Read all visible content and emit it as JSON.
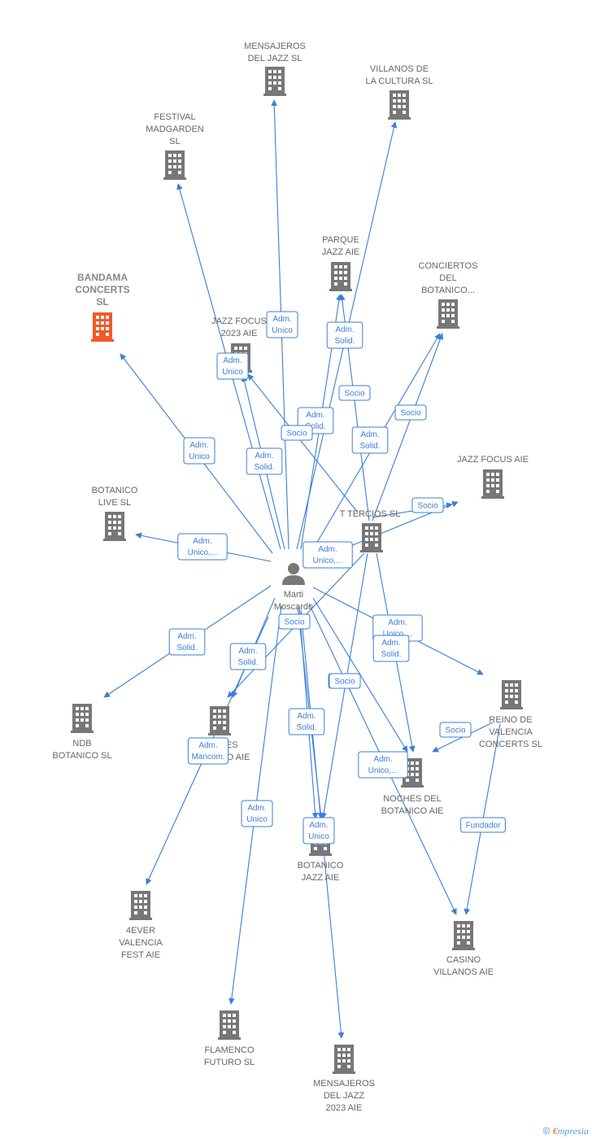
{
  "colors": {
    "edge": "#3a7fd5",
    "node": "#777777",
    "highlight": "#f05a28",
    "person": "#777777"
  },
  "center": {
    "id": "marti",
    "label": [
      "Marti",
      "Moscardo"
    ],
    "icon": "person-icon"
  },
  "companies": [
    {
      "id": "mensajeros_sl",
      "label": [
        "MENSAJEROS",
        "DEL JAZZ SL"
      ]
    },
    {
      "id": "villanos_cultura",
      "label": [
        "VILLANOS DE",
        "LA CULTURA  SL"
      ]
    },
    {
      "id": "festival_madgarden",
      "label": [
        "FESTIVAL",
        "MADGARDEN",
        "SL"
      ]
    },
    {
      "id": "bandama",
      "label": [
        "BANDAMA",
        "CONCERTS",
        "SL"
      ],
      "highlight": true
    },
    {
      "id": "parque_jazz",
      "label": [
        "PARQUE",
        "JAZZ AIE"
      ]
    },
    {
      "id": "conciertos_botanico",
      "label": [
        "CONCIERTOS",
        "DEL",
        "BOTANICO..."
      ]
    },
    {
      "id": "jazz_focus_2023",
      "label": [
        "JAZZ FOCUS",
        "2023 AIE"
      ]
    },
    {
      "id": "jazz_focus_aie",
      "label": [
        "JAZZ FOCUS AIE"
      ]
    },
    {
      "id": "botanico_live",
      "label": [
        "BOTANICO",
        "LIVE  SL"
      ]
    },
    {
      "id": "tercios",
      "label": [
        "T TERCIOS SL"
      ]
    },
    {
      "id": "ndb_botanico",
      "label": [
        "NDB",
        "BOTANICO  SL"
      ]
    },
    {
      "id": "noches_botanico_sl",
      "label": [
        "NOCHES",
        "BOTANICO AIE"
      ]
    },
    {
      "id": "reino_valencia",
      "label": [
        "REINO DE",
        "VALENCIA",
        "CONCERTS  SL"
      ]
    },
    {
      "id": "noches_del_botanico",
      "label": [
        "NOCHES DEL",
        "BOTANICO AIE"
      ]
    },
    {
      "id": "botanico_jazz",
      "label": [
        "BOTANICO",
        "JAZZ AIE"
      ]
    },
    {
      "id": "fourever",
      "label": [
        "4EVER",
        "VALENCIA",
        "FEST  AIE"
      ]
    },
    {
      "id": "casino_villanos",
      "label": [
        "CASINO",
        "VILLANOS  AIE"
      ]
    },
    {
      "id": "flamenco_futuro",
      "label": [
        "FLAMENCO",
        "FUTURO SL"
      ]
    },
    {
      "id": "mensajeros_2023",
      "label": [
        "MENSAJEROS",
        "DEL JAZZ",
        "2023  AIE"
      ]
    }
  ],
  "edges": [
    {
      "from": "marti",
      "to": "mensajeros_sl",
      "label": [
        "Adm.",
        "Unico"
      ]
    },
    {
      "from": "marti",
      "to": "villanos_cultura",
      "label": [
        "Adm.",
        "Solid."
      ]
    },
    {
      "from": "marti",
      "to": "festival_madgarden",
      "label": [
        "Adm.",
        "Solid."
      ]
    },
    {
      "from": "marti",
      "to": "bandama",
      "label": [
        "Adm.",
        "Unico"
      ]
    },
    {
      "from": "marti",
      "to": "parque_jazz",
      "label": [
        "Adm.",
        "Solid."
      ]
    },
    {
      "from": "marti",
      "to": "conciertos_botanico",
      "label": [
        "Adm.",
        "Solid."
      ]
    },
    {
      "from": "marti",
      "to": "jazz_focus_2023",
      "label": [
        "Adm.",
        "Unico"
      ]
    },
    {
      "from": "marti",
      "to": "jazz_focus_aie",
      "label": [
        "Adm.",
        "Unico,..."
      ]
    },
    {
      "from": "marti",
      "to": "botanico_live",
      "label": [
        "Adm.",
        "Unico,..."
      ]
    },
    {
      "from": "marti",
      "to": "ndb_botanico",
      "label": [
        "Adm.",
        "Solid."
      ]
    },
    {
      "from": "marti",
      "to": "noches_botanico_sl",
      "label": [
        "Adm.",
        "Solid."
      ]
    },
    {
      "from": "marti",
      "to": "reino_valencia",
      "label": [
        "Adm.",
        "Unico,..."
      ]
    },
    {
      "from": "marti",
      "to": "noches_del_botanico",
      "label": [
        "Adm.",
        "Solid."
      ]
    },
    {
      "from": "marti",
      "to": "botanico_jazz",
      "label": [
        "Adm.",
        "Solid."
      ]
    },
    {
      "from": "marti",
      "to": "botanico_jazz",
      "label": [
        "Adm.",
        "Unico"
      ]
    },
    {
      "from": "marti",
      "to": "fourever",
      "label": [
        "Adm.",
        "Mancom."
      ]
    },
    {
      "from": "marti",
      "to": "casino_villanos",
      "label": [
        "Adm.",
        "Unico,..."
      ]
    },
    {
      "from": "marti",
      "to": "flamenco_futuro",
      "label": [
        "Adm.",
        "Unico"
      ]
    },
    {
      "from": "marti",
      "to": "mensajeros_2023",
      "label": [
        "Socio"
      ]
    },
    {
      "from": "tercios",
      "to": "parque_jazz",
      "label": [
        "Socio"
      ]
    },
    {
      "from": "tercios",
      "to": "conciertos_botanico",
      "label": [
        "Socio"
      ]
    },
    {
      "from": "tercios",
      "to": "jazz_focus_aie",
      "label": [
        "Socio"
      ]
    },
    {
      "from": "tercios",
      "to": "jazz_focus_2023",
      "label": [
        "Socio"
      ]
    },
    {
      "from": "tercios",
      "to": "noches_del_botanico",
      "label": [
        "Socio"
      ]
    },
    {
      "from": "tercios",
      "to": "botanico_jazz",
      "label": [
        "Socio"
      ]
    },
    {
      "from": "tercios",
      "to": "noches_botanico_sl",
      "label": []
    },
    {
      "from": "reino_valencia",
      "to": "noches_del_botanico",
      "label": [
        "Socio"
      ]
    },
    {
      "from": "reino_valencia",
      "to": "casino_villanos",
      "label": [
        "Fundador"
      ]
    }
  ],
  "footer": {
    "copyright": "©",
    "brand_e": "€",
    "brand_rest": "mpresia"
  }
}
